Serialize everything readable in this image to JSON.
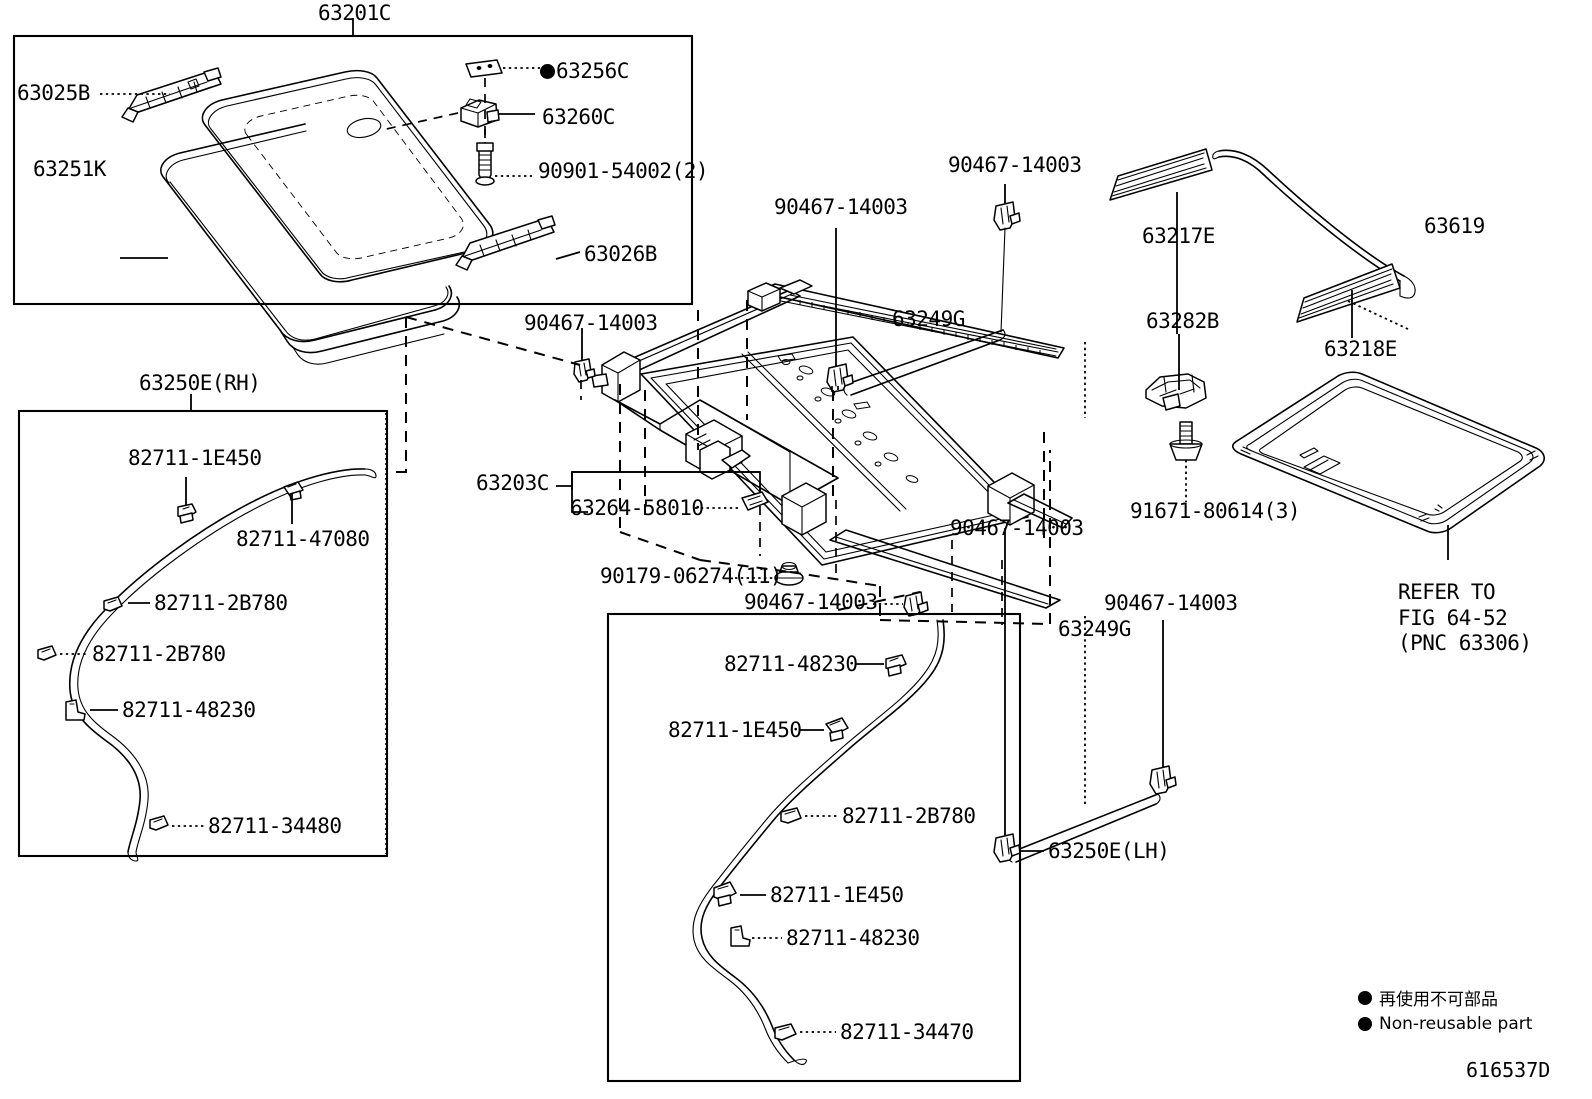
{
  "diagram": {
    "id": "616537D",
    "title_group": "63201C",
    "legend": {
      "jp": "再使用不可部品",
      "en": "Non-reusable part"
    },
    "refer_note": {
      "line1": "REFER TO",
      "line2": "FIG 64-52",
      "line3": "(PNC 63306)"
    }
  },
  "boxes": {
    "panel_assy": {
      "label": "63201C"
    },
    "harness_rh": {
      "label": "63250E(RH)"
    },
    "harness_lh": {
      "label": "63250E(LH)"
    }
  },
  "labels": {
    "sunroof_glass_sub_assy": "63201C",
    "rail_left": "63025B",
    "rail_right": "63026B",
    "weatherstrip": "63251K",
    "nut_nonreusable": "63256C",
    "bracket_63260c": "63260C",
    "screw_90901": "90901-54002(2)",
    "clip_top_left": "90467-14003",
    "clip_top_mid": "90467-14003",
    "clip_top_right": "90467-14003",
    "drain_hose_upper": "63249G",
    "housing_sub_assy": "63203C",
    "motor_63264": "63264-58010",
    "grommet_90179": "90179-06274(11)",
    "clip_lower_center": "90467-14003",
    "clip_lower_mid": "90467-14003",
    "clip_lower_right": "90467-14003",
    "drain_hose_lower": "63249G",
    "weatherstrip_63217e": "63217E",
    "weatherstrip_63218e": "63218E",
    "seal_63619": "63619",
    "bracket_63282b": "63282B",
    "bolt_91671": "91671-80614(3)",
    "sunshade_refer": "REFER TO"
  },
  "harness_rh_clips": [
    {
      "pn": "82711-1E450"
    },
    {
      "pn": "82711-47080"
    },
    {
      "pn": "82711-2B780"
    },
    {
      "pn": "82711-2B780"
    },
    {
      "pn": "82711-48230"
    },
    {
      "pn": "82711-34480"
    }
  ],
  "harness_lh_clips": [
    {
      "pn": "82711-48230"
    },
    {
      "pn": "82711-1E450"
    },
    {
      "pn": "82711-2B780"
    },
    {
      "pn": "82711-1E450"
    },
    {
      "pn": "82711-48230"
    },
    {
      "pn": "82711-34470"
    }
  ],
  "colors": {
    "line": "#000000",
    "background": "#ffffff"
  }
}
